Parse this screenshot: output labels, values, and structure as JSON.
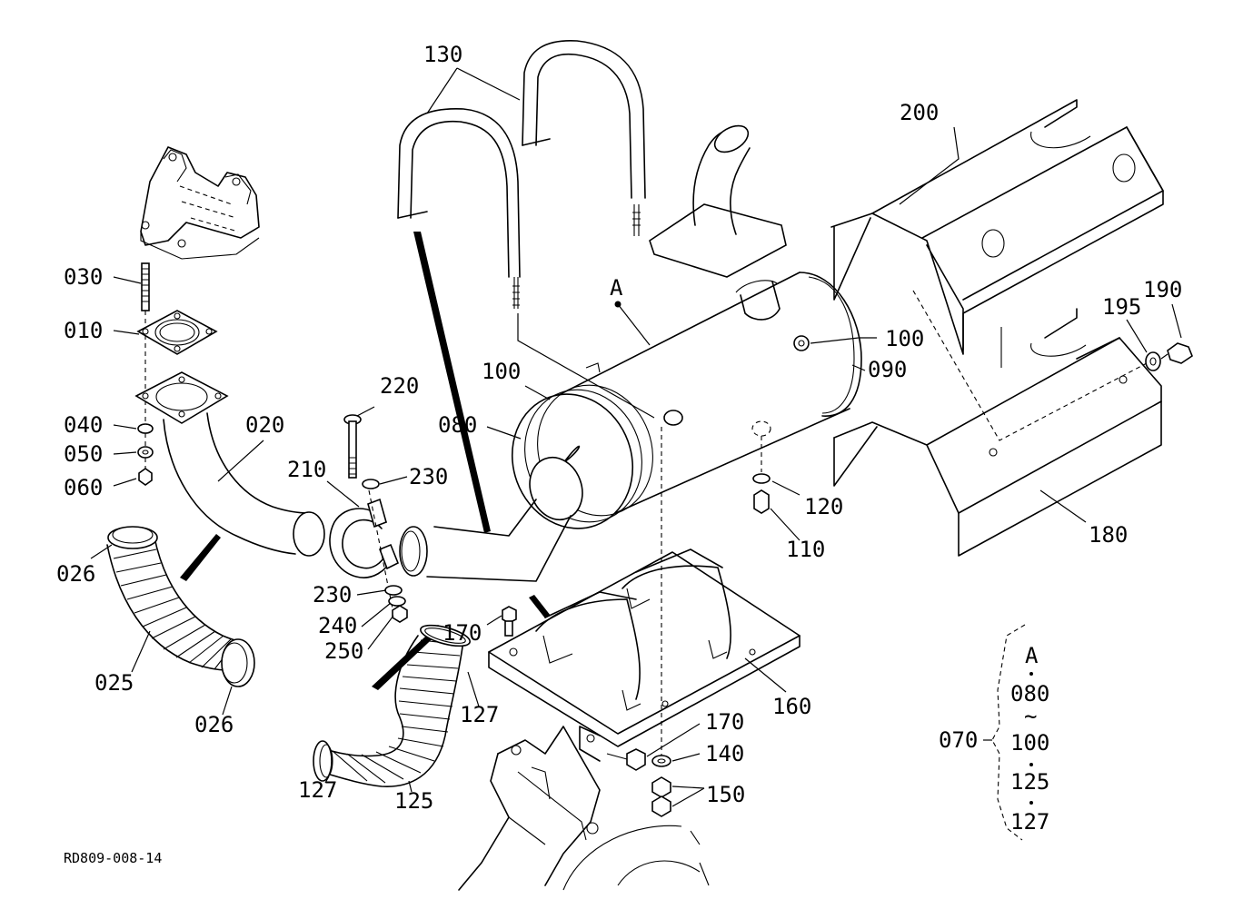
{
  "drawing_ref": "RD809-008-14",
  "view_marker": "A",
  "labels": [
    {
      "id": "l130",
      "text": "130"
    },
    {
      "id": "l200",
      "text": "200"
    },
    {
      "id": "l030",
      "text": "030"
    },
    {
      "id": "l010",
      "text": "010"
    },
    {
      "id": "l040",
      "text": "040"
    },
    {
      "id": "l050",
      "text": "050"
    },
    {
      "id": "l060",
      "text": "060"
    },
    {
      "id": "l020",
      "text": "020"
    },
    {
      "id": "l026a",
      "text": "026"
    },
    {
      "id": "l025",
      "text": "025"
    },
    {
      "id": "l026b",
      "text": "026"
    },
    {
      "id": "l220",
      "text": "220"
    },
    {
      "id": "l210",
      "text": "210"
    },
    {
      "id": "l230a",
      "text": "230"
    },
    {
      "id": "l230b",
      "text": "230"
    },
    {
      "id": "l240",
      "text": "240"
    },
    {
      "id": "l250",
      "text": "250"
    },
    {
      "id": "l080",
      "text": "080"
    },
    {
      "id": "l100a",
      "text": "100"
    },
    {
      "id": "l100b",
      "text": "100"
    },
    {
      "id": "l090",
      "text": "090"
    },
    {
      "id": "l120",
      "text": "120"
    },
    {
      "id": "l110",
      "text": "110"
    },
    {
      "id": "l195",
      "text": "195"
    },
    {
      "id": "l190",
      "text": "190"
    },
    {
      "id": "l180",
      "text": "180"
    },
    {
      "id": "l170a",
      "text": "170"
    },
    {
      "id": "l127a",
      "text": "127"
    },
    {
      "id": "l127b",
      "text": "127"
    },
    {
      "id": "l125",
      "text": "125"
    },
    {
      "id": "l160",
      "text": "160"
    },
    {
      "id": "l170b",
      "text": "170"
    },
    {
      "id": "l140",
      "text": "140"
    },
    {
      "id": "l150",
      "text": "150"
    }
  ],
  "assembly_group": {
    "label": "070",
    "items": [
      "A",
      "080",
      "~",
      "100",
      "125",
      "127"
    ]
  }
}
